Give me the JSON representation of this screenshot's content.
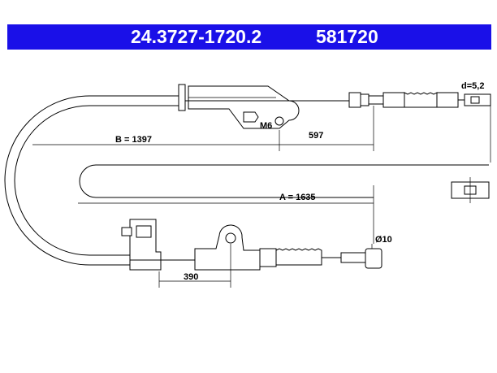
{
  "header": {
    "part_number": "24.3727-1720.2",
    "reference": "581720",
    "background_color": "#1a10e8"
  },
  "labels": {
    "diameter_end": "d=5,2",
    "thread": "M6",
    "dim_597": "597",
    "dim_b": "B = 1397",
    "dim_a": "A = 1635",
    "dim_diameter": "Ø10",
    "dim_390": "390"
  }
}
